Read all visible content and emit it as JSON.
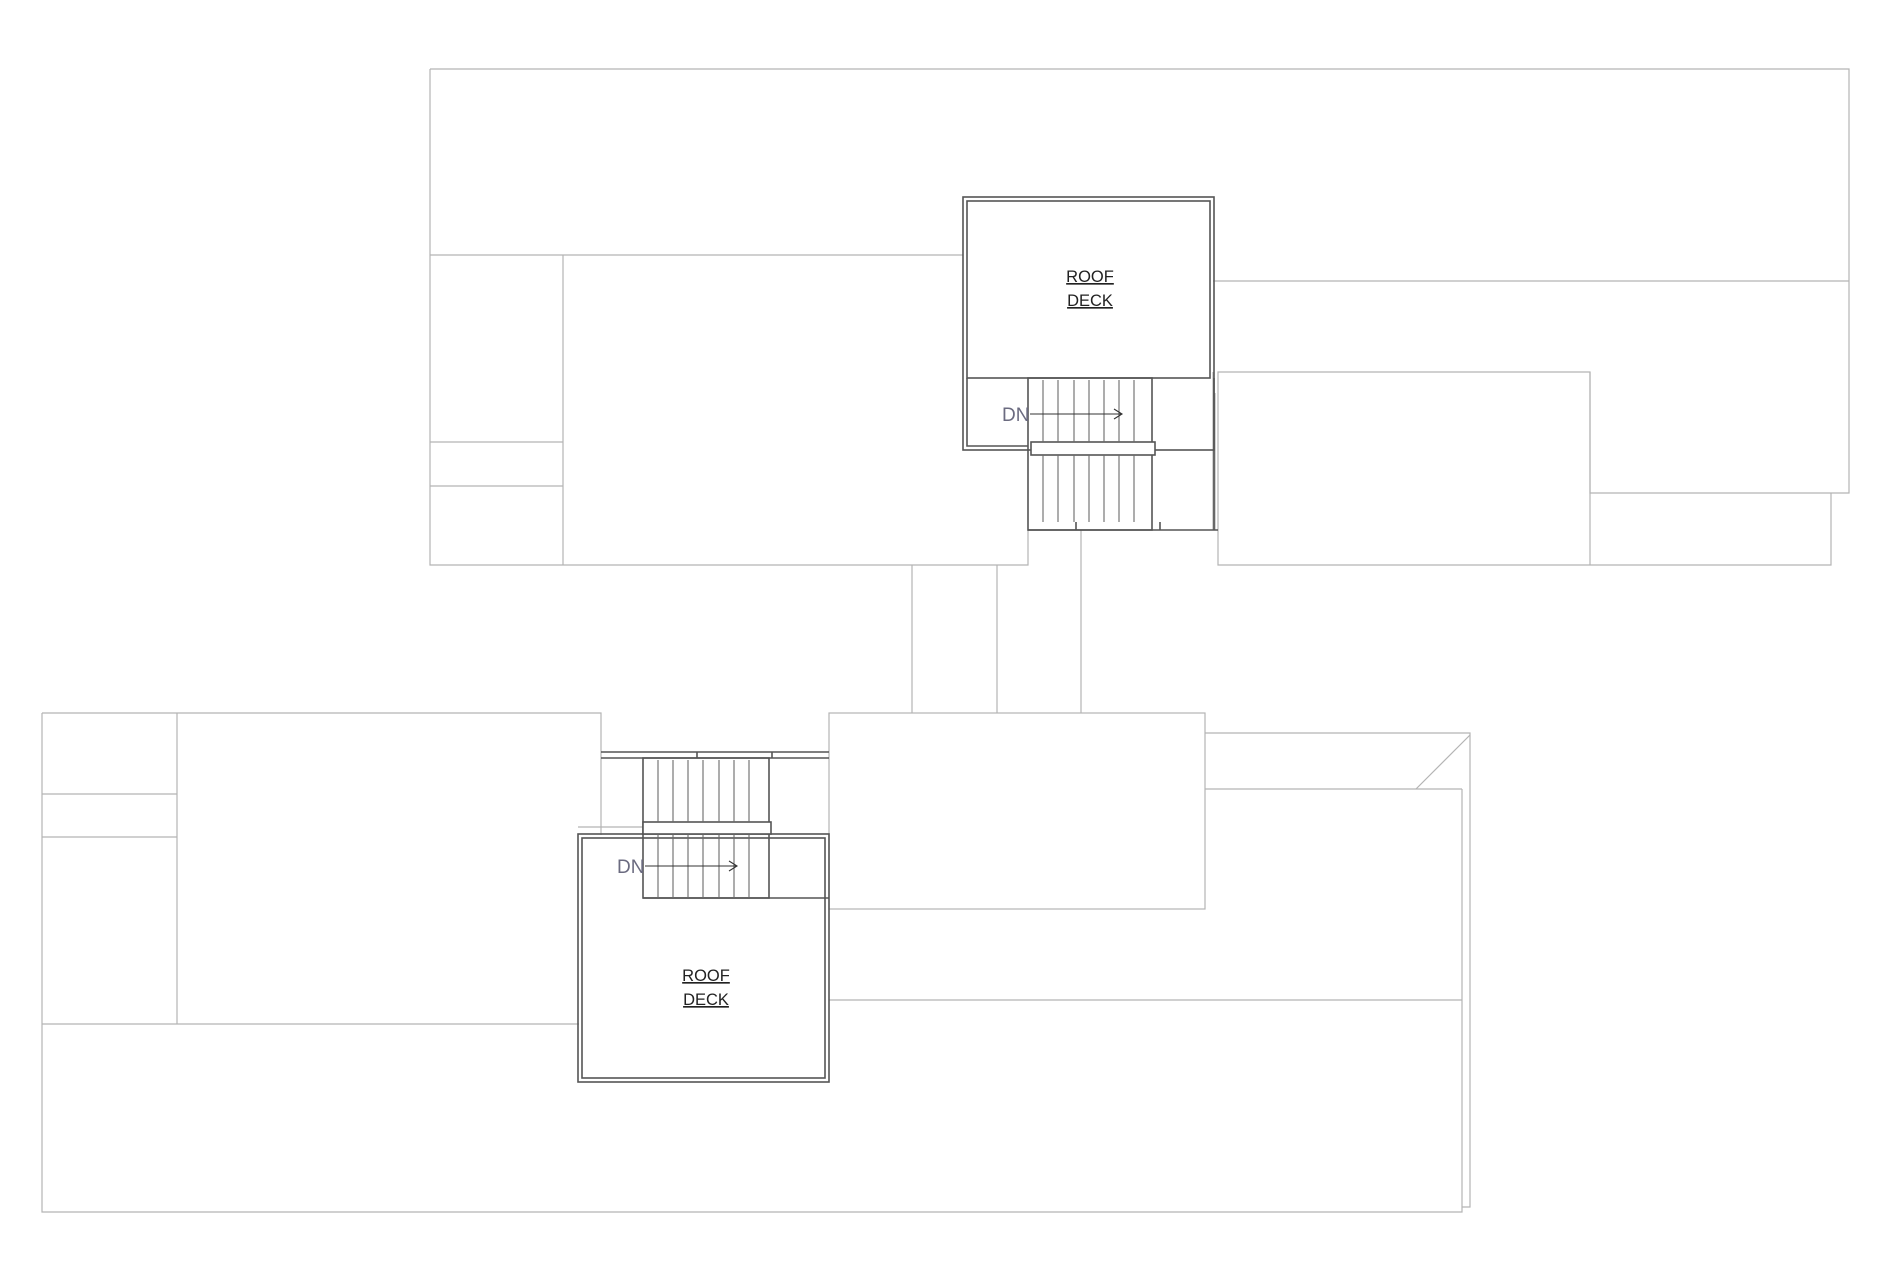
{
  "labels": {
    "upper_deck_line1": "ROOF",
    "upper_deck_line2": "DECK",
    "upper_stair_dn": "DN",
    "lower_deck_line1": "ROOF",
    "lower_deck_line2": "DECK",
    "lower_stair_dn": "DN"
  }
}
